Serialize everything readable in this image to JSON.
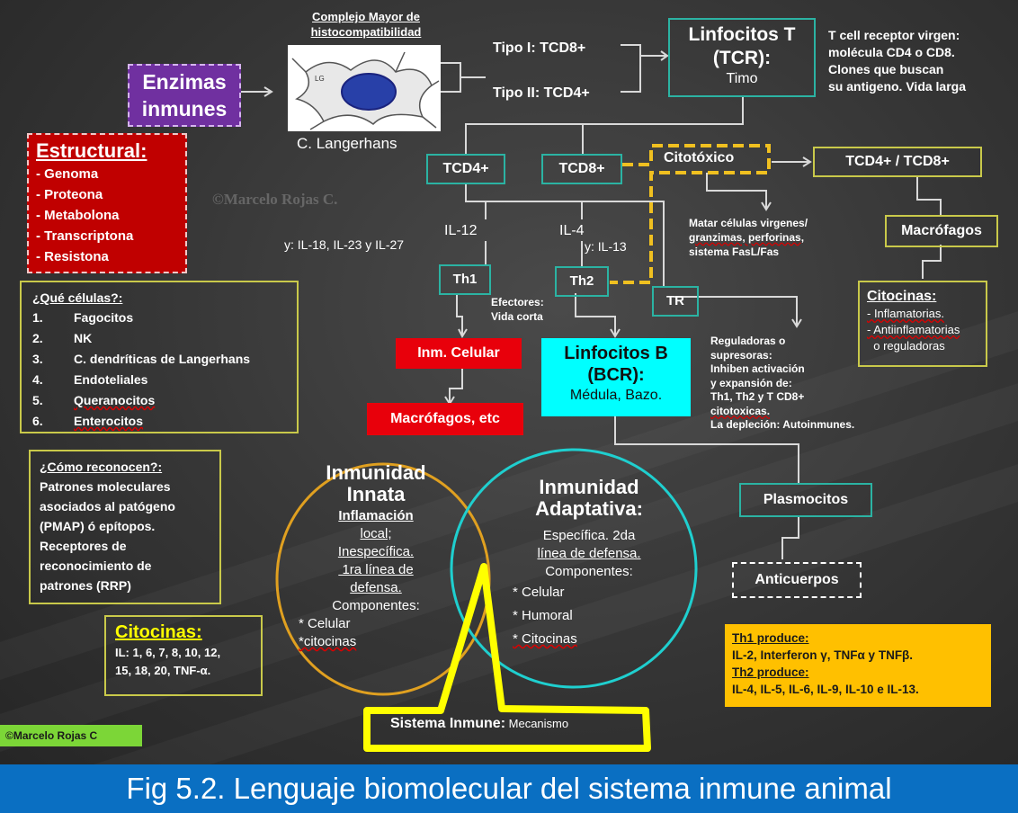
{
  "mhc": {
    "title_line1": "Complejo Mayor de",
    "title_line2": "histocompatibilidad",
    "cell_label": "C. Langerhans"
  },
  "enzimas": {
    "line1": "Enzimas",
    "line2": "inmunes"
  },
  "tipo1": "Tipo I: TCD8+",
  "tipo2": "Tipo II: TCD4+",
  "linfocitos_t": {
    "line1": "Linfocitos T",
    "line2": "(TCR):",
    "line3": "Timo"
  },
  "tcell_note": [
    "T cell receptor virgen:",
    "molécula CD4 o CD8.",
    "Clones que  buscan",
    "su  antigeno. Vida larga"
  ],
  "estructural": {
    "title": "Estructural:",
    "items": [
      "- Genoma",
      "- Proteona",
      "- Metabolona",
      "- Transcriptona",
      "- Resistona"
    ]
  },
  "watermark": "©Marcelo Rojas C.",
  "tcd4": "TCD4+",
  "tcd8": "TCD8+",
  "citotoxico": "Citotóxico",
  "tcd4_tcd8": "TCD4+ / TCD8+",
  "il12": "IL-12",
  "il12_extra": "y: IL-18, IL-23 y IL-27",
  "il4": "IL-4",
  "il4_extra": "y: IL-13",
  "matar": [
    "Matar células virgenes/",
    "granzimas, perforinas,",
    "sistema FasL/Fas"
  ],
  "macrofagos_right": "Macrófagos",
  "th1": "Th1",
  "th2": "Th2",
  "tr": "TR",
  "efectores": [
    "Efectores:",
    "Vida corta"
  ],
  "citocinas_right": {
    "title": "Citocinas:",
    "items": [
      "- Inflamatorias.",
      "- Antiinflamatorias",
      "  o reguladoras"
    ]
  },
  "que_celulas": {
    "title": "¿Qué células?:",
    "items": [
      {
        "num": "1.",
        "text": "Fagocitos"
      },
      {
        "num": "2.",
        "text": "NK"
      },
      {
        "num": "3.",
        "text": "C. dendríticas de Langerhans"
      },
      {
        "num": "4.",
        "text": "Endoteliales"
      },
      {
        "num": "5.",
        "text": "Queranocitos"
      },
      {
        "num": "6.",
        "text": "Enterocitos"
      }
    ]
  },
  "inm_celular": "Inm. Celular",
  "macrofagos_etc": "Macrófagos, etc",
  "linfocitos_b": {
    "line1": "Linfocitos B",
    "line2": "(BCR):",
    "line3": "Médula, Bazo."
  },
  "reguladoras": [
    "Reguladoras o",
    "supresoras:",
    "Inhiben activación",
    "y expansión de:",
    "Th1, Th2 y T CD8+",
    "citotoxicas.",
    "La depleción: Autoinmunes."
  ],
  "como_reconocen": [
    "¿Cómo reconocen?:",
    "Patrones moleculares",
    "asociados al patógeno",
    "(PMAP) ó epítopos.",
    "Receptores de",
    "reconocimiento de",
    "patrones (RRP)"
  ],
  "innata": {
    "title1": "Inmunidad",
    "title2": "Innata",
    "lines": [
      "Inflamación",
      "local;",
      "Inespecífica.",
      " 1ra línea de",
      "defensa.",
      "Componentes:",
      "* Celular",
      "*citocinas"
    ]
  },
  "adaptativa": {
    "title1": "Inmunidad",
    "title2": "Adaptativa:",
    "lines": [
      "Específica. 2da",
      "línea de defensa.",
      "Componentes:",
      "* Celular",
      "* Humoral",
      "* Citocinas"
    ]
  },
  "plasmocitos": "Plasmocitos",
  "anticuerpos": "Anticuerpos",
  "citocinas_left": {
    "title": "Citocinas:",
    "text": [
      "IL: 1, 6, 7, 8, 10, 12,",
      "15, 18, 20, TNF-α."
    ]
  },
  "th_produce": [
    "Th1 produce:",
    "IL-2, Interferon γ, TNFα y TNFβ.",
    "Th2 produce:",
    "IL-4, IL-5, IL-6, IL-9, IL-10 e IL-13."
  ],
  "sistema": {
    "bold": "Sistema Inmune:",
    "rest": " Mecanismo"
  },
  "credit": "©Marcelo Rojas C",
  "caption": "Fig 5.2. Lenguaje biomolecular del sistema inmune animal",
  "colors": {
    "teal": "#2bb3a3",
    "red": "#e8000b",
    "cyan": "#00ffff",
    "yellow": "#ffff00",
    "orange": "#ffc000",
    "purple": "#7030a0",
    "gold": "#d9a21b",
    "caption_blue": "#0a6fc2"
  }
}
